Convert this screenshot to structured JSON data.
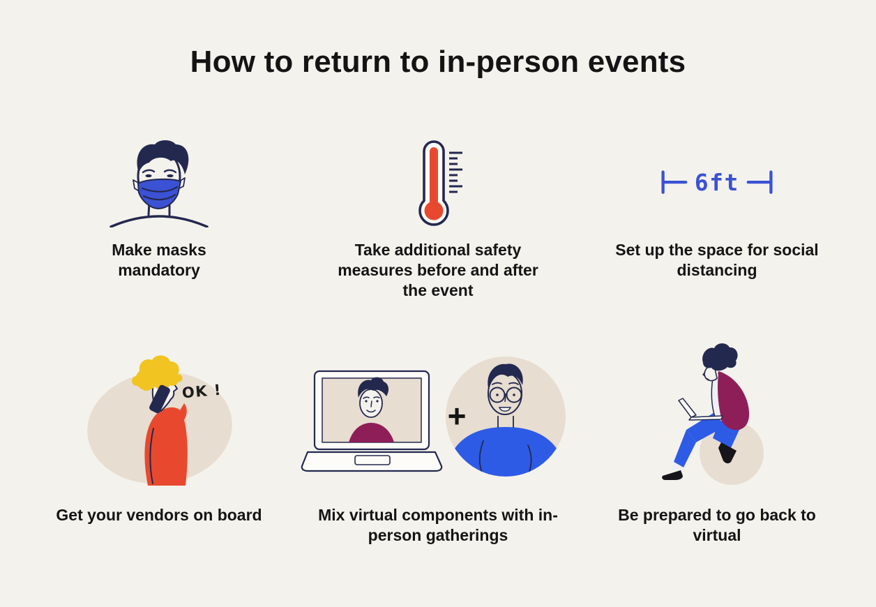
{
  "title": "How to return to in-person events",
  "colors": {
    "background": "#f4f2ec",
    "navy": "#23284f",
    "blue": "#3b52d4",
    "bright_blue": "#2e5be6",
    "red_orange": "#e8492e",
    "yellow": "#f2c422",
    "maroon": "#8e1e58",
    "beige": "#e7ddd0",
    "text": "#141414"
  },
  "steps": [
    {
      "icon": "masked-face-icon",
      "caption": "Make masks mandatory"
    },
    {
      "icon": "thermometer-icon",
      "caption": "Take additional safety measures before and after the event"
    },
    {
      "icon": "six-feet-distance-icon",
      "distance_label": "6ft",
      "caption": "Set up the space for social distancing"
    },
    {
      "icon": "person-on-phone-illustration",
      "speech_label": "OK !",
      "caption": "Get your vendors on board"
    },
    {
      "icon": "laptop-plus-person-illustration",
      "plus_sign": "+",
      "caption": "Mix virtual components with in-person gatherings"
    },
    {
      "icon": "person-sitting-with-laptop-illustration",
      "caption": "Be prepared to go back to virtual"
    }
  ]
}
